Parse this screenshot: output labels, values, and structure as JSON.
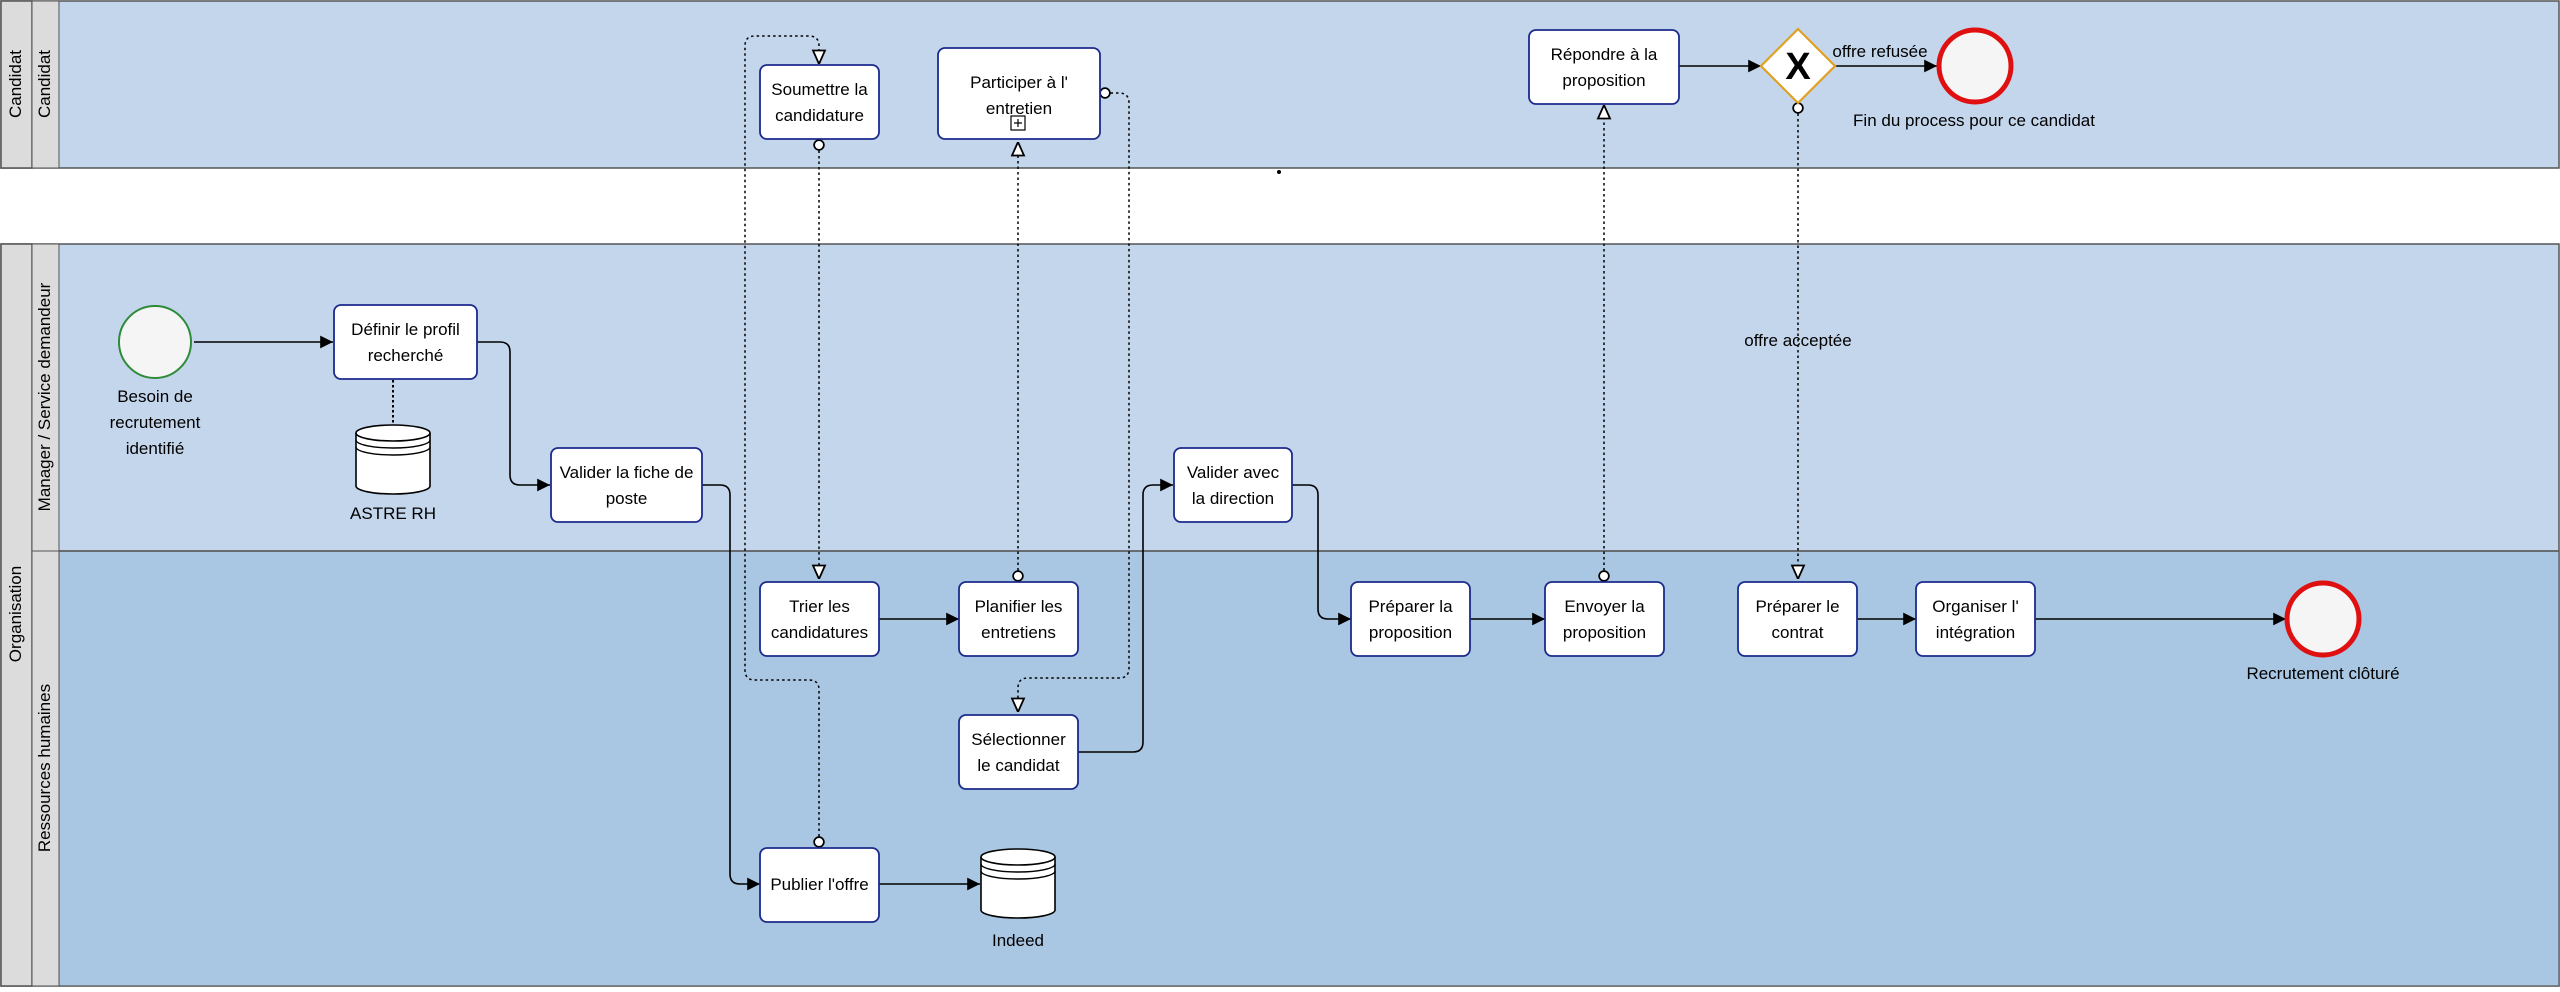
{
  "pools": {
    "candidat": {
      "pool_label": "Candidat",
      "lane_label": "Candidat"
    },
    "organisation": {
      "pool_label": "Organisation",
      "lanes": {
        "manager": "Manager / Service demandeur",
        "rh": "Ressources humaines"
      }
    }
  },
  "tasks": {
    "soumettre": "Soumettre la|candidature",
    "participer": "Participer à l'|entretien",
    "repondre": "Répondre à la|proposition",
    "definir": "Définir le profil|recherché",
    "valider_fiche": "Valider la fiche de|poste",
    "valider_direction": "Valider avec|la direction",
    "trier": "Trier les|candidatures",
    "planifier": "Planifier les|entretiens",
    "selectionner": "Sélectionner|le candidat",
    "preparer_proposition": "Préparer la|proposition",
    "envoyer": "Envoyer la|proposition",
    "preparer_contrat": "Préparer le|contrat",
    "organiser": "Organiser l'|intégration",
    "publier": "Publier l'offre"
  },
  "events": {
    "start": "Besoin de|recrutement|identifié",
    "end_candidat": "Fin du process pour ce candidat",
    "end_org": "Recrutement clôturé"
  },
  "data_stores": {
    "astre": "ASTRE RH",
    "indeed": "Indeed"
  },
  "flow_labels": {
    "refusee": "offre refusée",
    "acceptee": "offre acceptée"
  },
  "gateway": {
    "marker": "X"
  },
  "colors": {
    "lane_candidat": "#c4d6ec",
    "lane_manager": "#c4d6ec",
    "lane_rh": "#a9c6e2",
    "header": "#dcdcdc",
    "task_border": "#1c2a8c",
    "task_fill": "#ffffff",
    "start_border": "#2e8b3a",
    "end_border": "#e01010",
    "gateway_border": "#e0a020"
  }
}
